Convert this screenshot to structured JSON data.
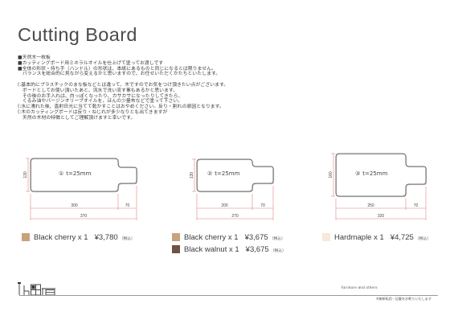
{
  "title": "Cutting Board",
  "features": [
    "■天然木一枚板",
    "■カッティングボード用ミネラルオイルを仕上げて塗ってお渡しです",
    "■全体の形状・持ち手（ハンドル）の形状は、本紙にあるものと同じになるとは限りません。",
    "　バランスを総合的に見ながら変えるかと思いますので、お任せいただくかたちといたします。"
  ],
  "notes": [
    "(:基本的にプラスチックのまな板などとは違って、木ですのでお気をつけ頂きたい点がございます。",
    "　ボードとしてお使い頂いたあと、流水で洗い流す事もあるかと思います。",
    "　その後のお手入れは、白っぽくなったり、カサカサになったりしてきたら、",
    "　くるみ油やバージンオリーブオイルを、ほんの少量布などで塗って下さい。",
    "(:水に濡れた後、直射日光に当てて乾かすことはおやめください。反り・割れの原因となります。",
    "(:木のカッティングボードは反り・ねじれが多少なりとも出てきますが",
    "　天然の木材の特徴としてご理解頂けますと幸いです。"
  ],
  "colors": {
    "outline": "#555555",
    "outline_shadow": "#b4b4b4",
    "dimension_line": "#e27a7a"
  },
  "boards": [
    {
      "number": "①",
      "thickness": "t=25mm",
      "height": "130",
      "body_length": "300",
      "handle_length": "70",
      "total_length": "370"
    },
    {
      "number": "②",
      "thickness": "t=25mm",
      "height": "130",
      "body_length": "200",
      "handle_length": "70",
      "total_length": "270"
    },
    {
      "number": "③",
      "thickness": "t=25mm",
      "height": "160",
      "body_length": "250",
      "handle_length": "70",
      "total_length": "320"
    }
  ],
  "prices": [
    [
      {
        "swatch": "#c8a27c",
        "name": "Black cherry x 1",
        "price": "¥3,780",
        "tax": "（税込）"
      }
    ],
    [
      {
        "swatch": "#c8a27c",
        "name": "Black cherry x 1",
        "price": "¥3,675",
        "tax": "（税込）"
      },
      {
        "swatch": "#6f5242",
        "name": "Black walnut x 1",
        "price": "¥3,675",
        "tax": "（税込）"
      }
    ],
    [
      {
        "swatch": "#f6ead9",
        "name": "Hardmaple x 1",
        "price": "¥4,725",
        "tax": "（税込）"
      }
    ]
  ],
  "footer": {
    "tagline": "furniture and others",
    "notice": "※無断転用・記載をお断りいたします"
  }
}
